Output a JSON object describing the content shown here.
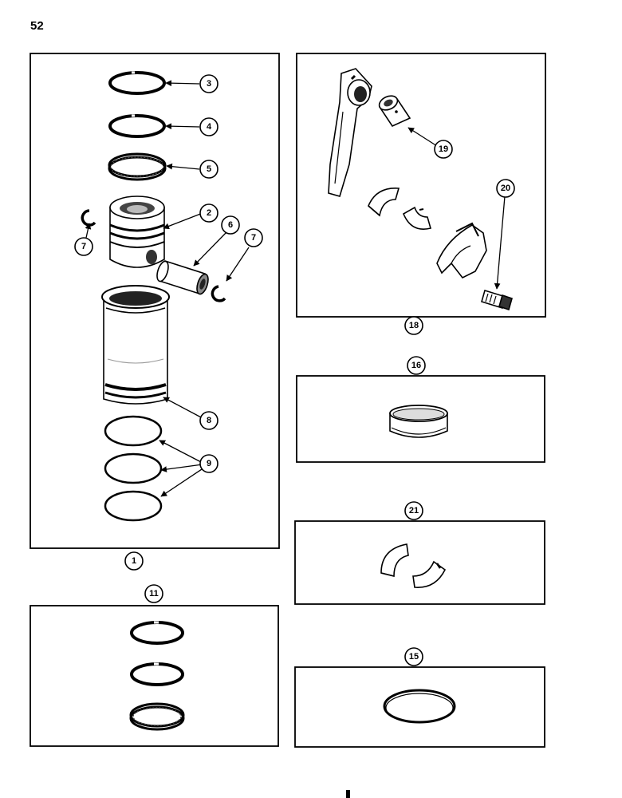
{
  "page": {
    "number": "52"
  },
  "colors": {
    "ink": "#000000",
    "paper": "#ffffff",
    "shade": "#bdbdbd"
  },
  "callouts": {
    "c1": "1",
    "c2": "2",
    "c3": "3",
    "c4": "4",
    "c5": "5",
    "c6": "6",
    "c7a": "7",
    "c7b": "7",
    "c8": "8",
    "c9": "9",
    "c11": "11",
    "c15": "15",
    "c16": "16",
    "c18": "18",
    "c19": "19",
    "c20": "20",
    "c21": "21"
  }
}
